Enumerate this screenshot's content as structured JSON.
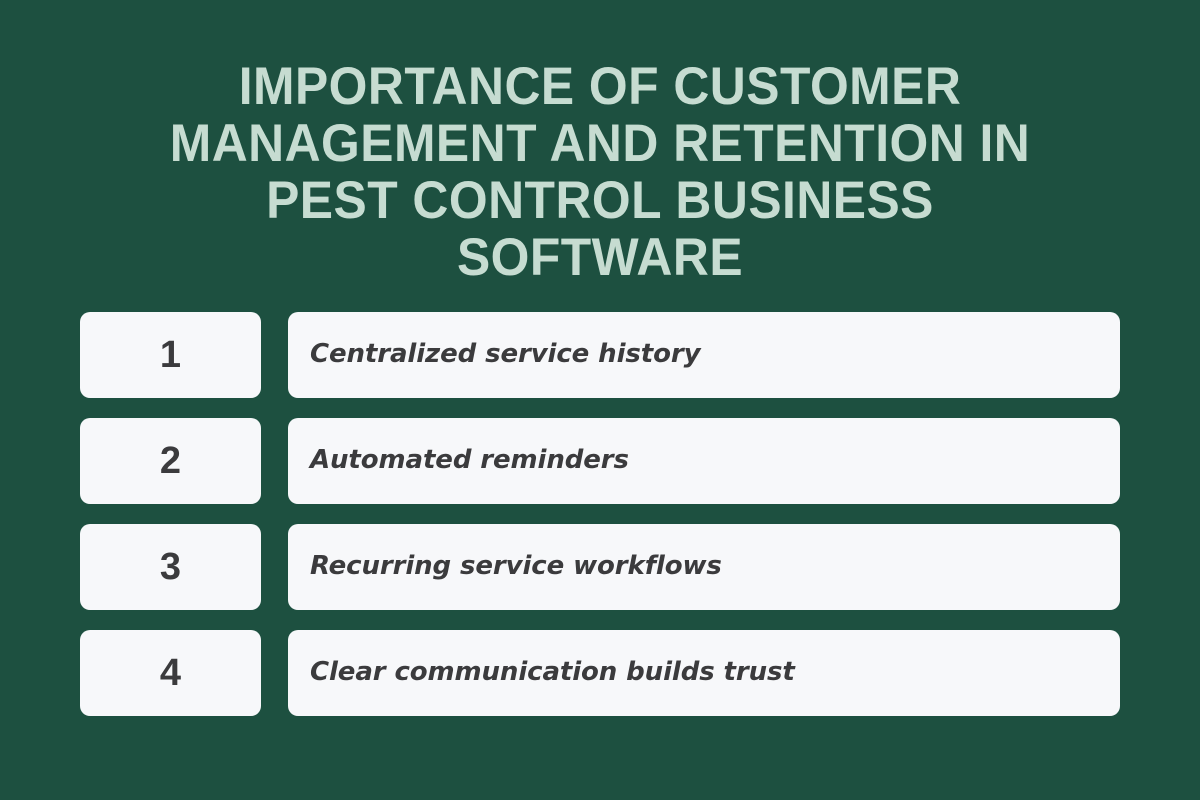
{
  "theme": {
    "background_color": "#1d5040",
    "title_color": "#c6dcd1",
    "card_color": "#f7f8fa",
    "card_text_color": "#3b3b3d"
  },
  "title": {
    "full_text": "IMPORTANCE OF CUSTOMER MANAGEMENT AND RETENTION IN PEST CONTROL BUSINESS SOFTWARE",
    "lines": [
      "IMPORTANCE OF CUSTOMER",
      "MANAGEMENT AND RETENTION IN",
      "PEST CONTROL BUSINESS",
      "SOFTWARE"
    ]
  },
  "list": {
    "items": [
      {
        "number": "1",
        "label": "Centralized service history"
      },
      {
        "number": "2",
        "label": "Automated reminders"
      },
      {
        "number": "3",
        "label": "Recurring service workflows"
      },
      {
        "number": "4",
        "label": "Clear communication builds trust"
      }
    ]
  }
}
